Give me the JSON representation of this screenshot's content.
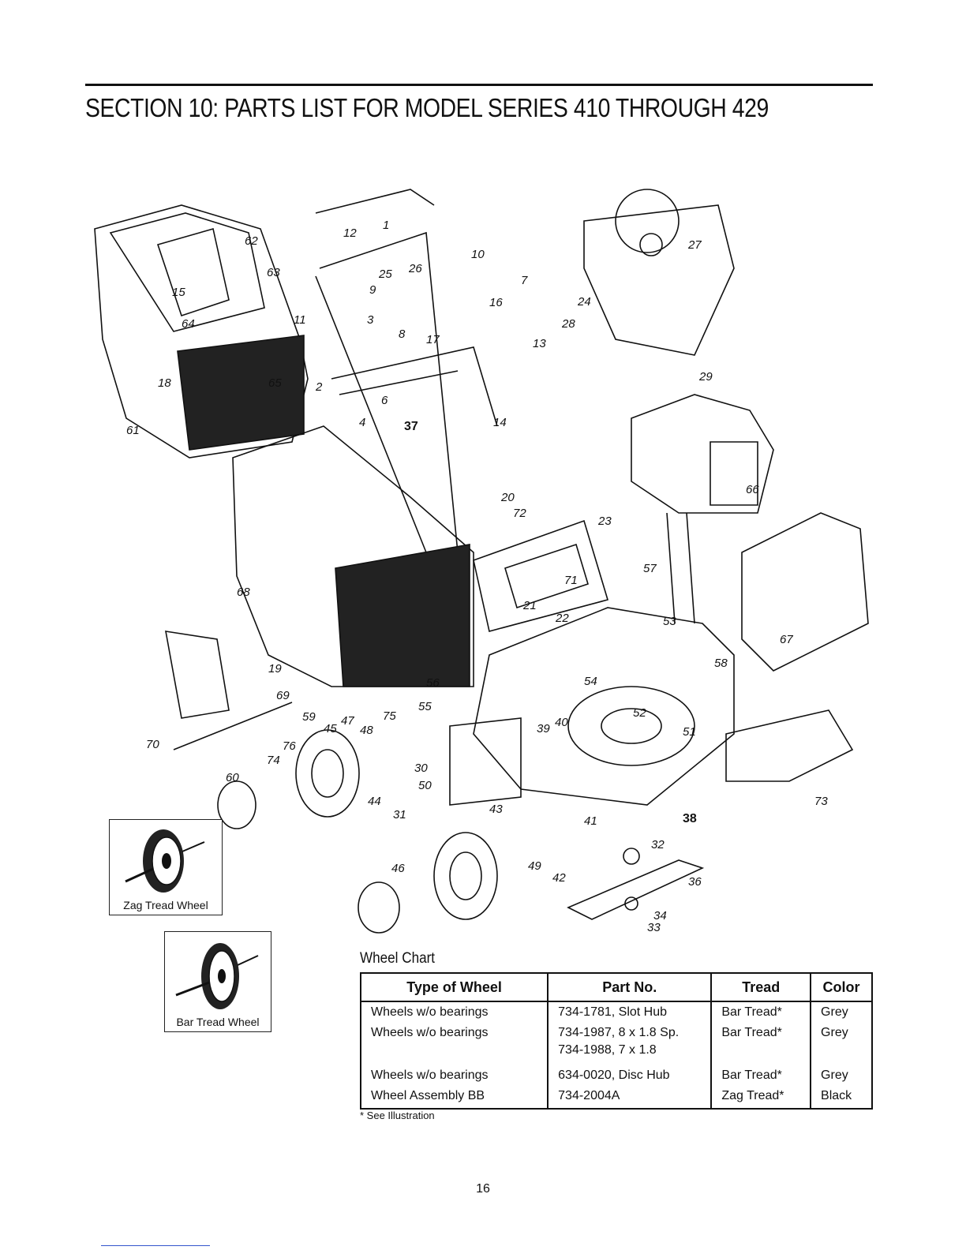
{
  "section_title": "SECTION 10:  PARTS LIST FOR MODEL SERIES 410 THROUGH 429",
  "diagram": {
    "part_labels": [
      "1",
      "12",
      "62",
      "63",
      "15",
      "64",
      "65",
      "18",
      "61",
      "11",
      "3",
      "2",
      "4",
      "6",
      "37",
      "25",
      "26",
      "9",
      "8",
      "17",
      "10",
      "7",
      "16",
      "13",
      "14",
      "27",
      "24",
      "28",
      "29",
      "20",
      "72",
      "23",
      "71",
      "22",
      "21",
      "57",
      "53",
      "66",
      "67",
      "58",
      "68",
      "19",
      "69",
      "70",
      "59",
      "45",
      "47",
      "48",
      "75",
      "76",
      "74",
      "60",
      "30",
      "50",
      "44",
      "56",
      "55",
      "54",
      "52",
      "39",
      "40",
      "51",
      "73",
      "38",
      "31",
      "43",
      "41",
      "32",
      "36",
      "34",
      "33",
      "49",
      "42",
      "46"
    ]
  },
  "insets": {
    "zag_caption": "Zag Tread Wheel",
    "bar_caption": "Bar Tread Wheel"
  },
  "wheel_chart": {
    "title": "Wheel Chart",
    "headers": [
      "Type of Wheel",
      "Part No.",
      "Tread",
      "Color"
    ],
    "rows": [
      {
        "type": "Wheels w/o bearings",
        "part": "734-1781, Slot Hub",
        "tread": "Bar Tread*",
        "color": "Grey"
      },
      {
        "type": "Wheels w/o bearings",
        "part": "734-1987, 8 x 1.8 Sp.",
        "part2": "734-1988, 7 x 1.8",
        "tread": "Bar Tread*",
        "color": "Grey"
      },
      {
        "type": "Wheels w/o bearings",
        "part": "634-0020, Disc Hub",
        "tread": "Bar Tread*",
        "color": "Grey"
      },
      {
        "type": "Wheel Assembly BB",
        "part": "734-2004A",
        "tread": "Zag Tread*",
        "color": "Black"
      }
    ],
    "footnote": "* See Illustration"
  },
  "page_number": "16"
}
